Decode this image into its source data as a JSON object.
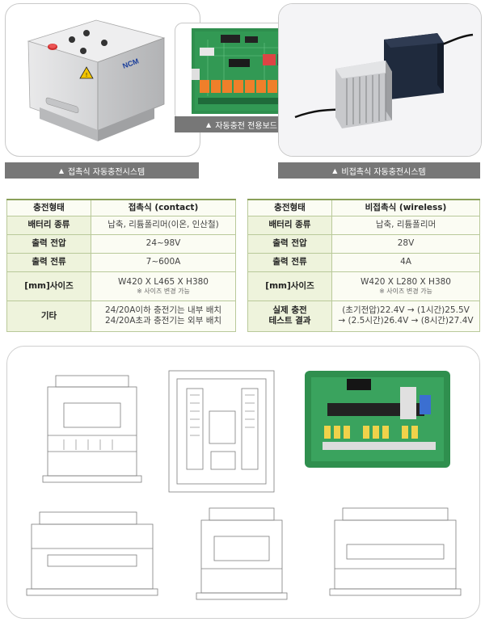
{
  "top": {
    "left_caption": "접촉식 자동충전시스템",
    "center_caption": "자동충전 전용보드",
    "right_caption": "비접촉식 자동충전시스템",
    "box_logo": "NCM"
  },
  "table_contact": {
    "rows": [
      {
        "label": "충전형태",
        "value": "접촉식 (contact)"
      },
      {
        "label": "배터리 종류",
        "value": "납축, 리튬폴리머(이온, 인산철)"
      },
      {
        "label": "출력 전압",
        "value": "24~98V"
      },
      {
        "label": "출력 전류",
        "value": "7~600A"
      },
      {
        "label": "[mm]사이즈",
        "value": "W420 X L465 X H380",
        "note": "※ 사이즈 변경 가능"
      },
      {
        "label": "기타",
        "value": "24/20A이하 충전기는 내부 배치",
        "value2": "24/20A초과 충전기는 외부 배치"
      }
    ]
  },
  "table_wireless": {
    "rows": [
      {
        "label": "충전형태",
        "value": "비접촉식 (wireless)"
      },
      {
        "label": "배터리 종류",
        "value": "납축, 리튬폴리머"
      },
      {
        "label": "출력 전압",
        "value": "28V"
      },
      {
        "label": "출력 전류",
        "value": "4A"
      },
      {
        "label": "[mm]사이즈",
        "value": "W420 X L280 X H380",
        "note": "※ 사이즈 변경 가능"
      },
      {
        "label": "실제 충전",
        "label2": "테스트 결과",
        "value": "(초기전압)22.4V → (1시간)25.5V",
        "value2": "→ (2.5시간)26.4V → (8시간)27.4V"
      }
    ]
  },
  "colors": {
    "caption_bg": "#777777",
    "table_label_bg": "#eef3dc",
    "table_border": "#b9c99a",
    "pcb_green": "#2f8f4e"
  }
}
